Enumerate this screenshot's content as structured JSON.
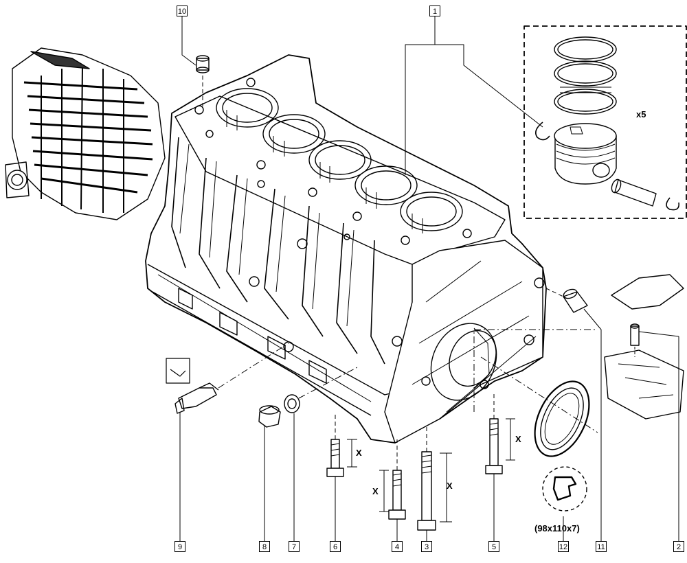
{
  "refs": [
    "1",
    "2",
    "3",
    "4",
    "5",
    "6",
    "7",
    "8",
    "9",
    "10",
    "11",
    "12"
  ],
  "dimension_mark": "X",
  "quantity": "x5",
  "seal_size": "(98x110x7)"
}
